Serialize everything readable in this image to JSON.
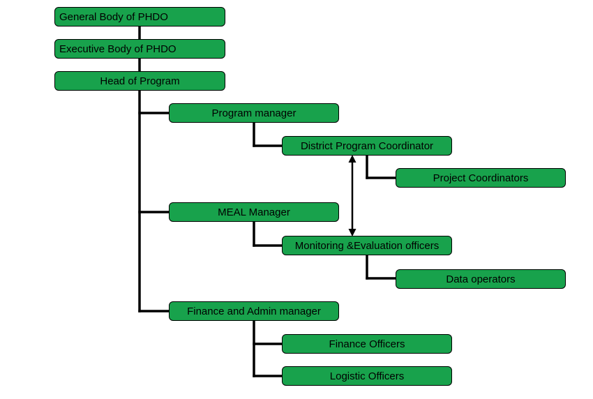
{
  "diagram": {
    "type": "org-chart",
    "colors": {
      "node_fill": "#18a24c",
      "node_border": "#000000",
      "node_text": "#000000",
      "connector": "#000000",
      "background": "#ffffff"
    },
    "nodes": [
      {
        "id": "general-body-of-phdo",
        "label": "General Body of PHDO"
      },
      {
        "id": "executive-body-of-phdo",
        "label": "Executive Body of PHDO"
      },
      {
        "id": "head-of-program",
        "label": "Head of Program"
      },
      {
        "id": "program-manager",
        "label": "Program manager"
      },
      {
        "id": "district-program-coordinator",
        "label": "District Program Coordinator"
      },
      {
        "id": "project-coordinators",
        "label": "Project Coordinators"
      },
      {
        "id": "meal-manager",
        "label": "MEAL Manager"
      },
      {
        "id": "monitoring-evaluation-officers",
        "label": "Monitoring &Evaluation officers"
      },
      {
        "id": "data-operators",
        "label": "Data operators"
      },
      {
        "id": "finance-and-admin-manager",
        "label": "Finance and Admin manager"
      },
      {
        "id": "finance-officers",
        "label": "Finance Officers"
      },
      {
        "id": "logistic-officers",
        "label": "Logistic Officers"
      }
    ],
    "edges": [
      {
        "from": "general-body-of-phdo",
        "to": "executive-body-of-phdo",
        "style": "line"
      },
      {
        "from": "executive-body-of-phdo",
        "to": "head-of-program",
        "style": "line"
      },
      {
        "from": "head-of-program",
        "to": "program-manager",
        "style": "elbow"
      },
      {
        "from": "head-of-program",
        "to": "meal-manager",
        "style": "elbow"
      },
      {
        "from": "head-of-program",
        "to": "finance-and-admin-manager",
        "style": "elbow"
      },
      {
        "from": "program-manager",
        "to": "district-program-coordinator",
        "style": "elbow"
      },
      {
        "from": "district-program-coordinator",
        "to": "project-coordinators",
        "style": "elbow"
      },
      {
        "from": "district-program-coordinator",
        "to": "monitoring-evaluation-officers",
        "style": "double-arrow"
      },
      {
        "from": "meal-manager",
        "to": "monitoring-evaluation-officers",
        "style": "elbow"
      },
      {
        "from": "monitoring-evaluation-officers",
        "to": "data-operators",
        "style": "elbow"
      },
      {
        "from": "finance-and-admin-manager",
        "to": "finance-officers",
        "style": "elbow"
      },
      {
        "from": "finance-and-admin-manager",
        "to": "logistic-officers",
        "style": "elbow"
      }
    ]
  }
}
